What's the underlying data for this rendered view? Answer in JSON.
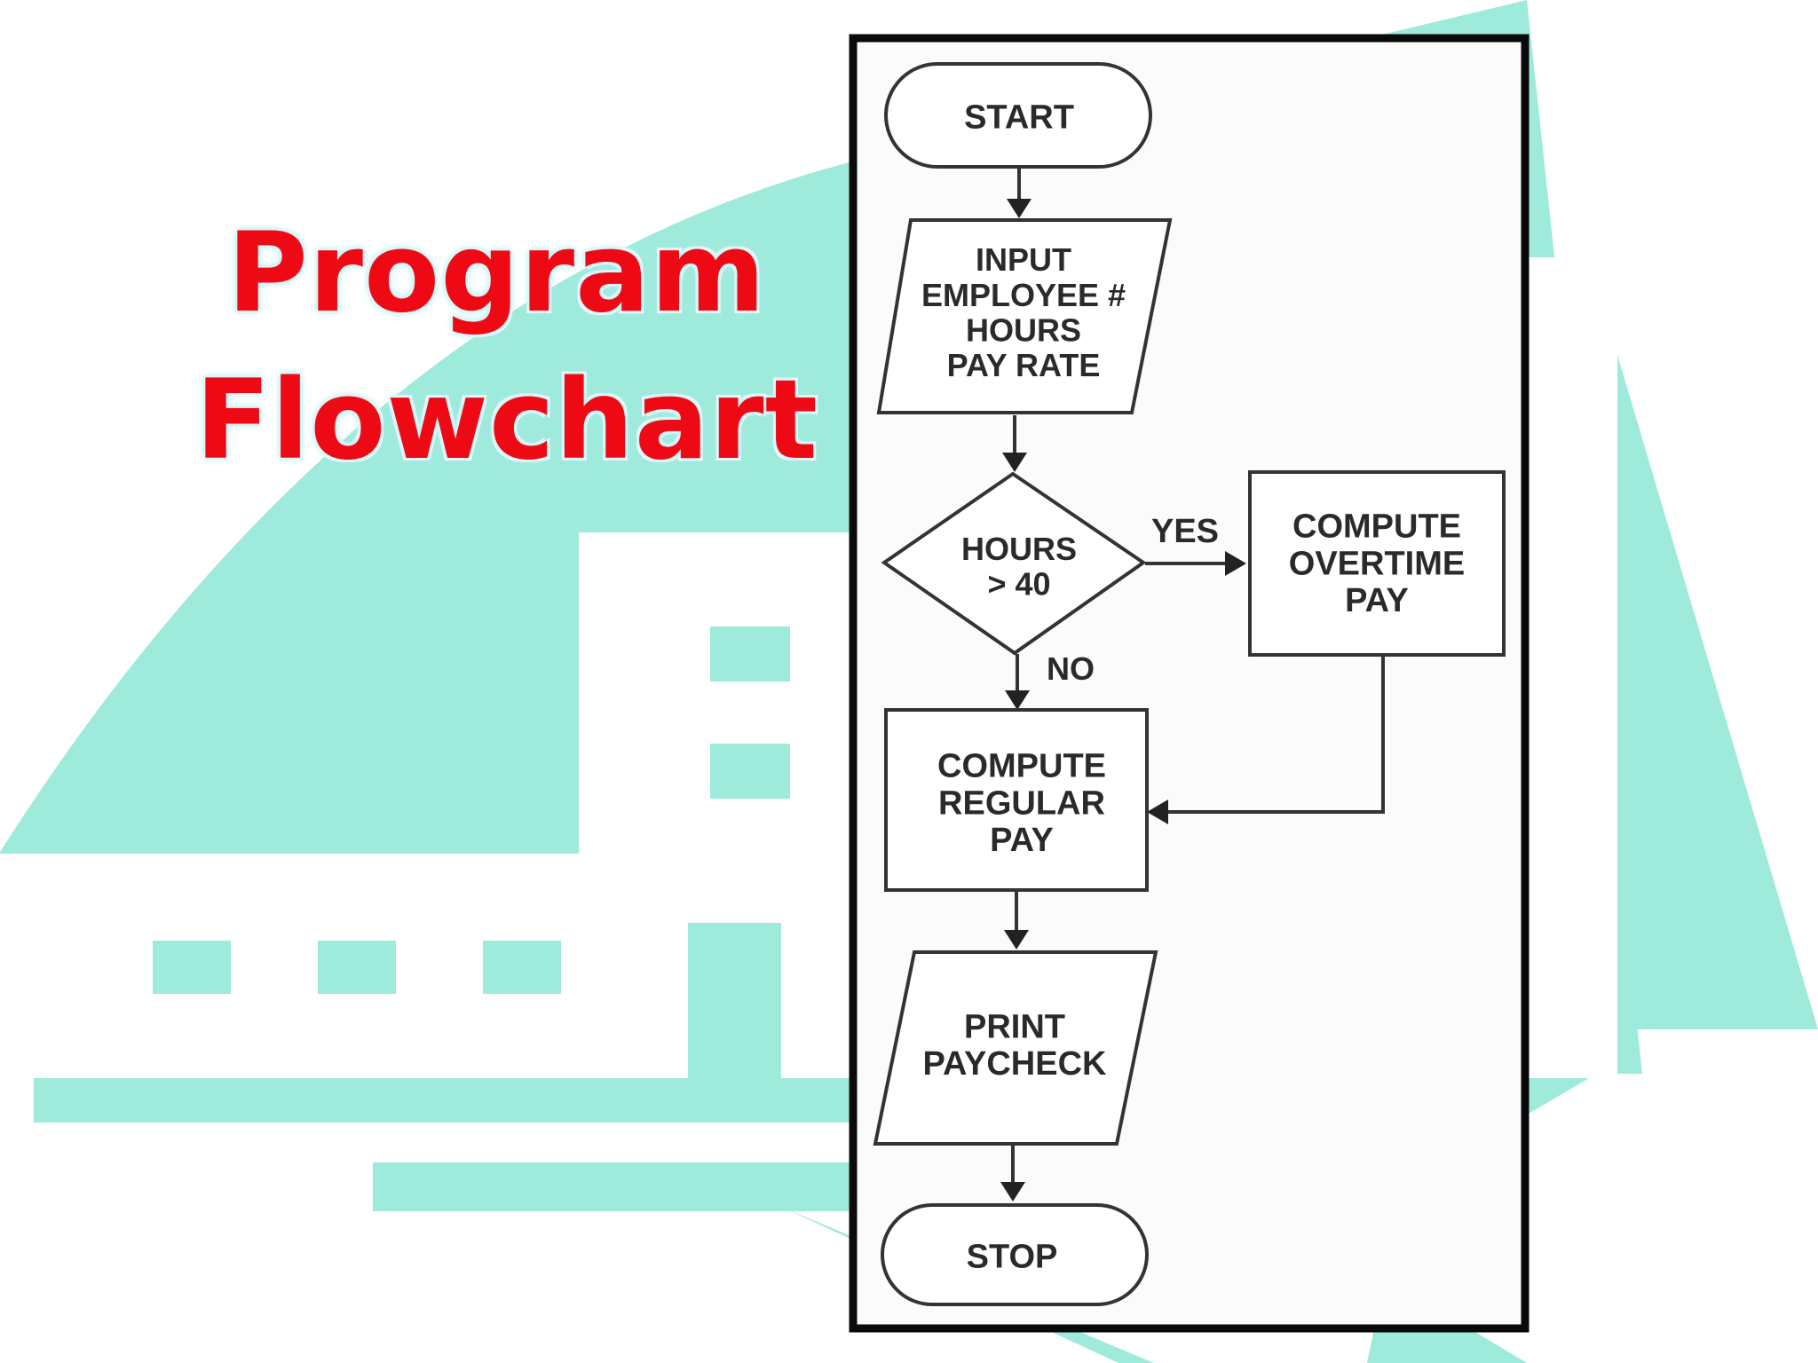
{
  "slide": {
    "title_lines": [
      "Program",
      "Flowchart"
    ],
    "colors": {
      "title": "#ee0a14",
      "accent": "#9eeadb",
      "frame": "#0a0a0a",
      "stroke": "#333333"
    }
  },
  "flowchart": {
    "nodes": {
      "start": {
        "lines": [
          "START"
        ]
      },
      "input": {
        "lines": [
          "INPUT",
          "EMPLOYEE #",
          "HOURS",
          "PAY RATE"
        ]
      },
      "decision": {
        "lines": [
          "HOURS",
          "> 40"
        ]
      },
      "overtime": {
        "lines": [
          "COMPUTE",
          "OVERTIME",
          "PAY"
        ]
      },
      "regular": {
        "lines": [
          "COMPUTE",
          "REGULAR",
          "PAY"
        ]
      },
      "print": {
        "lines": [
          "PRINT",
          "PAYCHECK"
        ]
      },
      "stop": {
        "lines": [
          "STOP"
        ]
      }
    },
    "edge_labels": {
      "yes": "YES",
      "no": "NO"
    }
  }
}
